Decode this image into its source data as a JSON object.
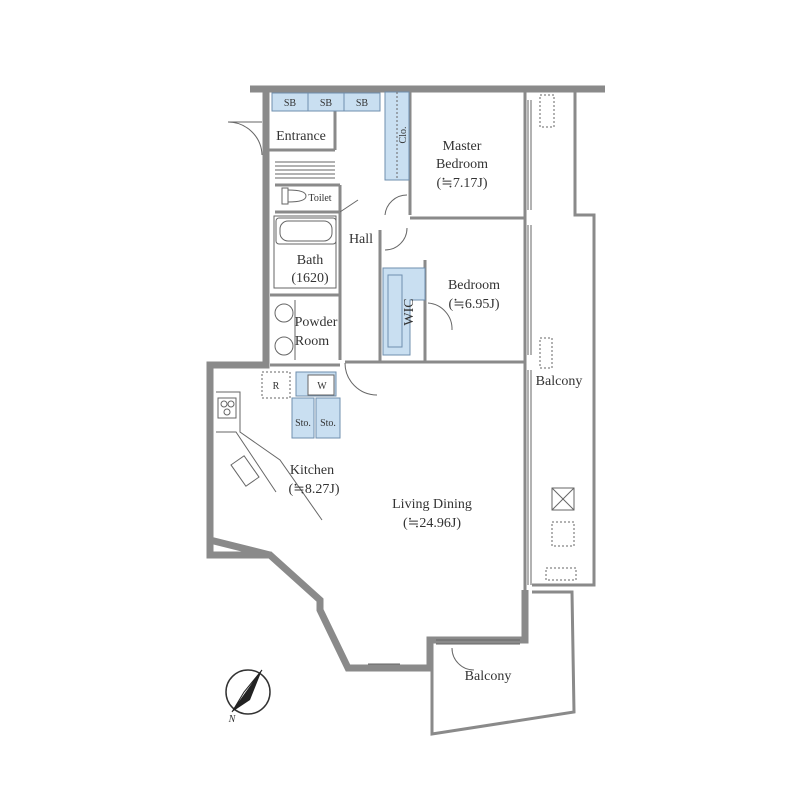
{
  "floor_plan": {
    "rooms": {
      "entrance": {
        "label": "Entrance"
      },
      "toilet": {
        "label": "Toilet"
      },
      "hall": {
        "label": "Hall"
      },
      "bath": {
        "label_line1": "Bath",
        "label_line2": "(1620)"
      },
      "powder_room": {
        "label_line1": "Powder",
        "label_line2": "Room"
      },
      "master_bedroom": {
        "label_line1": "Master",
        "label_line2": "Bedroom",
        "area": "(≒7.17J)"
      },
      "bedroom": {
        "label": "Bedroom",
        "area": "(≒6.95J)"
      },
      "kitchen": {
        "label": "Kitchen",
        "area": "(≒8.27J)"
      },
      "living_dining": {
        "label": "Living Dining",
        "area": "(≒24.96J)"
      },
      "balcony_east": {
        "label": "Balcony"
      },
      "balcony_south": {
        "label": "Balcony"
      }
    },
    "storage": {
      "shoe_boxes": [
        "SB",
        "SB",
        "SB"
      ],
      "closet": "Clo.",
      "walk_in_closet": "WIC",
      "refrigerator": "R",
      "washer": "W",
      "storage_units": [
        "Sto.",
        "Sto."
      ]
    },
    "compass": {
      "north_label": "N"
    },
    "colors": {
      "wall": "#8a8a8a",
      "storage_fill": "#c9dff1",
      "text": "#333333"
    }
  }
}
